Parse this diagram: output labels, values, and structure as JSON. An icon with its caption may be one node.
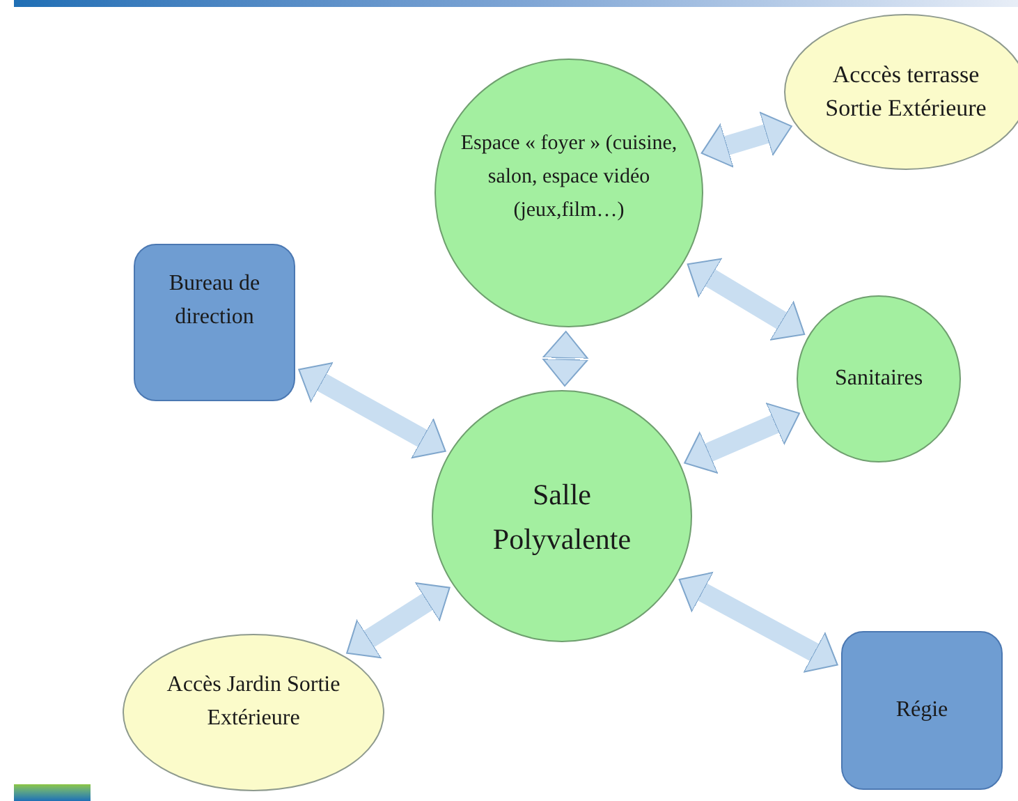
{
  "diagram": {
    "nodes": [
      {
        "text": [
          "Espace « foyer » (cuisine, salon, espace vidéo (jeux,film…)"
        ]
      },
      {
        "text": [
          "Acccès terrasse Sortie Extérieure"
        ]
      },
      {
        "text": [
          "Bureau de direction"
        ]
      },
      {
        "text": [
          "Sanitaires"
        ]
      },
      {
        "text": [
          "Salle Polyvalente"
        ]
      },
      {
        "text": [
          "Accès Jardin Sortie Extérieure"
        ]
      },
      {
        "text": [
          "Régie"
        ]
      }
    ],
    "edges": [
      {
        "from": 0,
        "to": 1,
        "arrow": "both"
      },
      {
        "from": 0,
        "to": 4,
        "arrow": "both"
      },
      {
        "from": 0,
        "to": 3,
        "arrow": "both"
      },
      {
        "from": 2,
        "to": 4,
        "arrow": "both"
      },
      {
        "from": 4,
        "to": 3,
        "arrow": "both"
      },
      {
        "from": 5,
        "to": 4,
        "arrow": "both"
      },
      {
        "from": 4,
        "to": 6,
        "arrow": "both"
      }
    ]
  }
}
